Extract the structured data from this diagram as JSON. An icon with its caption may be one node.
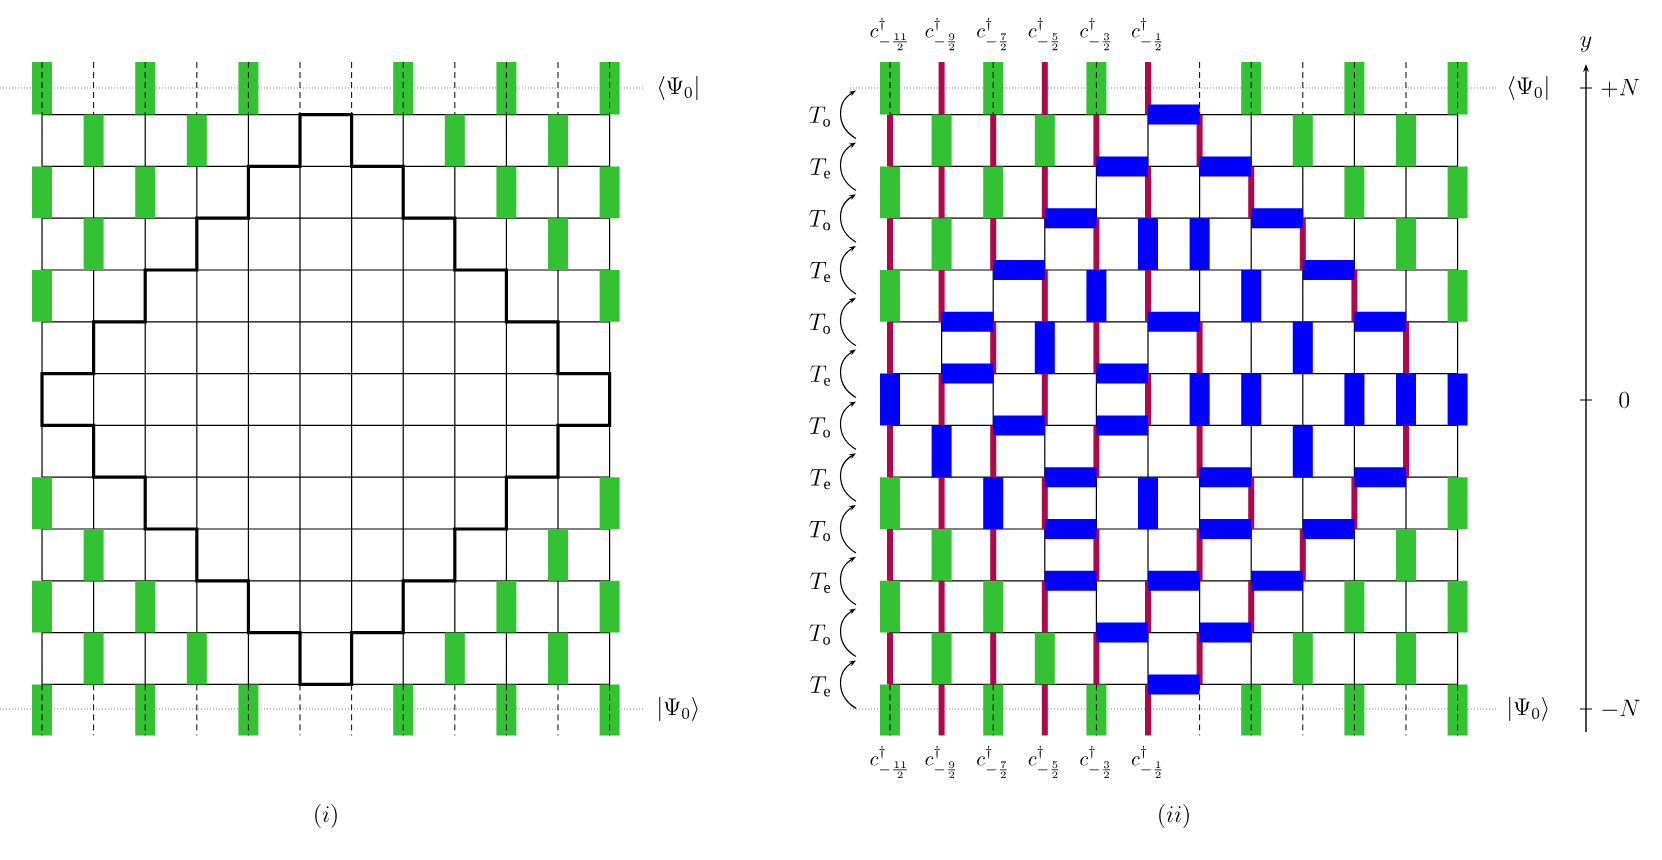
{
  "diagram": {
    "labels": [
      "c^\\dagger_{-\\frac{11}{2}}",
      "c^\\dagger_{-\\frac{9}{2}}",
      "c^\\dagger_{-\\frac{7}{2}}",
      "c^\\dagger_{-\\frac{5}{2}}",
      "c^\\dagger_{-\\frac{3}{2}}",
      "c^\\dagger_{-\\frac{1}{2}}",
      "y",
      "\\langle\\Psi_0|",
      "\\langle\\Psi_0|",
      "+N",
      "T_\\mathrm{o}",
      "T_\\mathrm{e}",
      "T_\\mathrm{o}",
      "T_\\mathrm{e}",
      "T_\\mathrm{o}",
      "T_\\mathrm{e}",
      "T_\\mathrm{o}",
      "T_\\mathrm{e}",
      "T_\\mathrm{o}",
      "T_\\mathrm{e}",
      "T_\\mathrm{o}",
      "T_\\mathrm{e}",
      "0",
      "|\\Psi_0\\rangle",
      "|\\Psi_0\\rangle",
      "-N",
      "c^\\dagger_{-\\frac{11}{2}}",
      "c^\\dagger_{-\\frac{9}{2}}",
      "c^\\dagger_{-\\frac{7}{2}}",
      "c^\\dagger_{-\\frac{5}{2}}",
      "c^\\dagger_{-\\frac{3}{2}}",
      "c^\\dagger_{-\\frac{1}{2}}",
      "(i)",
      "(ii)"
    ]
  }
}
